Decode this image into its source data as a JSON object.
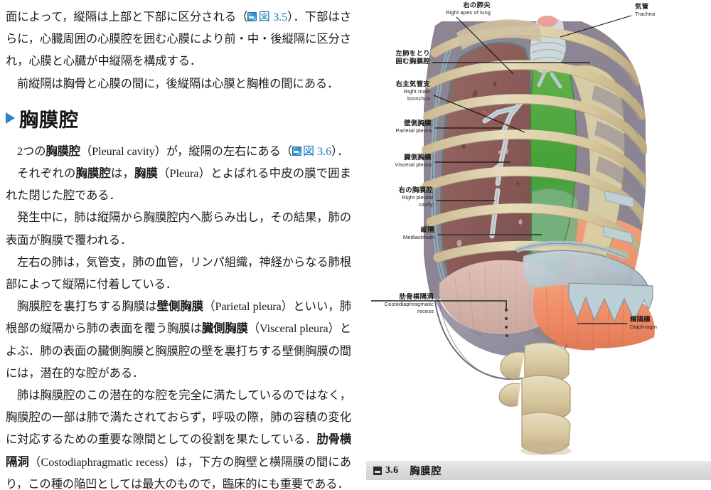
{
  "document": {
    "body_paragraphs": [
      {
        "id": "p1",
        "indent": false,
        "runs": [
          {
            "t": "面によって，縦隔は上部と下部に区分される（"
          },
          {
            "t": "図 3.5",
            "style": "figref"
          },
          {
            "t": "）．下部はさらに，心臓周囲の心膜腔を囲む心膜により前・中・後縦隔に区分され，心膜と心臓が中縦隔を構成する．"
          }
        ]
      },
      {
        "id": "p2",
        "indent": true,
        "runs": [
          {
            "t": "前縦隔は胸骨と心膜の間に，後縦隔は心膜と胸椎の間にある．"
          }
        ]
      }
    ],
    "heading": {
      "bullet": "triangle-bullet",
      "text": "胸膜腔"
    },
    "section_paragraphs": [
      {
        "id": "p3",
        "indent": true,
        "runs": [
          {
            "t": "2つの"
          },
          {
            "t": "胸膜腔",
            "style": "strong"
          },
          {
            "t": "（Pleural cavity）が，縦隔の左右にある（"
          },
          {
            "t": "図 3.6",
            "style": "figref"
          },
          {
            "t": "）．"
          }
        ]
      },
      {
        "id": "p4",
        "indent": true,
        "runs": [
          {
            "t": "それぞれの"
          },
          {
            "t": "胸膜腔",
            "style": "strong"
          },
          {
            "t": "は，"
          },
          {
            "t": "胸膜",
            "style": "strong"
          },
          {
            "t": "（Pleura）とよばれる中皮の膜で囲まれた閉じた腔である．"
          }
        ]
      },
      {
        "id": "p5",
        "indent": true,
        "runs": [
          {
            "t": "発生中に，肺は縦隔から胸膜腔内へ膨らみ出し，その結果，肺の表面が胸膜で覆われる．"
          }
        ]
      },
      {
        "id": "p6",
        "indent": true,
        "runs": [
          {
            "t": "左右の肺は，気管支，肺の血管，リンパ組織，神経からなる肺根部によって縦隔に付着している．"
          }
        ]
      },
      {
        "id": "p7",
        "indent": true,
        "runs": [
          {
            "t": "胸膜腔を裏打ちする胸膜は"
          },
          {
            "t": "壁側胸膜",
            "style": "strong"
          },
          {
            "t": "（Parietal pleura）といい，肺根部の縦隔から肺の表面を覆う胸膜は"
          },
          {
            "t": "臓側胸膜",
            "style": "strong"
          },
          {
            "t": "（Visceral pleura）とよぶ．肺の表面の臓側胸膜と胸膜腔の壁を裏打ちする壁側胸膜の間には，潜在的な腔がある．"
          }
        ]
      },
      {
        "id": "p8",
        "indent": true,
        "runs": [
          {
            "t": "肺は胸膜腔のこの潜在的な腔を完全に満たしているのではなく，胸膜腔の一部は肺で満たされておらず，呼吸の際，肺の容積の変化に対応するための重要な隙間としての役割を果たしている．"
          },
          {
            "t": "肋骨横隔洞",
            "style": "strong"
          },
          {
            "t": "（Costodiaphragmatic recess）は，下方の胸壁と横隔膜の間にあり，この種の陥凹としては最大のもので，臨床的にも重要である．"
          }
        ]
      }
    ]
  },
  "figure": {
    "caption": {
      "icon": "figure-icon",
      "number": "3.6",
      "title": "胸膜腔"
    },
    "labels": [
      {
        "id": "right-apex-of-lung",
        "jp": "右の肺尖",
        "en": "Right apex of lung"
      },
      {
        "id": "trachea",
        "jp": "気管",
        "en": "Trachea"
      },
      {
        "id": "left-pleural-cavity",
        "jp": "左肺をとり",
        "jp2": "囲む胸膜腔",
        "en": ""
      },
      {
        "id": "right-main-bronchus",
        "jp": "右主気管支",
        "en": "Right main",
        "en2": "bronchus"
      },
      {
        "id": "parietal-pleura",
        "jp": "壁側胸膜",
        "en": "Parietal pleura"
      },
      {
        "id": "visceral-pleura",
        "jp": "臓側胸膜",
        "en": "Visceral pleura"
      },
      {
        "id": "right-pleural-cavity",
        "jp": "右の胸膜腔",
        "en": "Right pleural",
        "en2": "cavity"
      },
      {
        "id": "mediastinum",
        "jp": "縦隔",
        "en": "Mediastinum"
      },
      {
        "id": "costodiaphragmatic-recess",
        "jp": "肋骨横隔洞",
        "en": "Costodiaphragmatic",
        "en2": "recess"
      },
      {
        "id": "diaphragm",
        "jp": "横隔膜",
        "en": "Diaphragm"
      }
    ],
    "colors": {
      "bone": "#ddd0a8",
      "bone_shadow": "#c4b389",
      "lung_tissue": "#8e605e",
      "mediastinum_green": "#4aa33c",
      "diaphragm_orange": "#ef8f68",
      "pleura_blue": "#bdd0d8",
      "cartilage": "#d6e0dc",
      "caption_bar": "#dcdcdc",
      "accent_blue": "#1679bd"
    }
  }
}
